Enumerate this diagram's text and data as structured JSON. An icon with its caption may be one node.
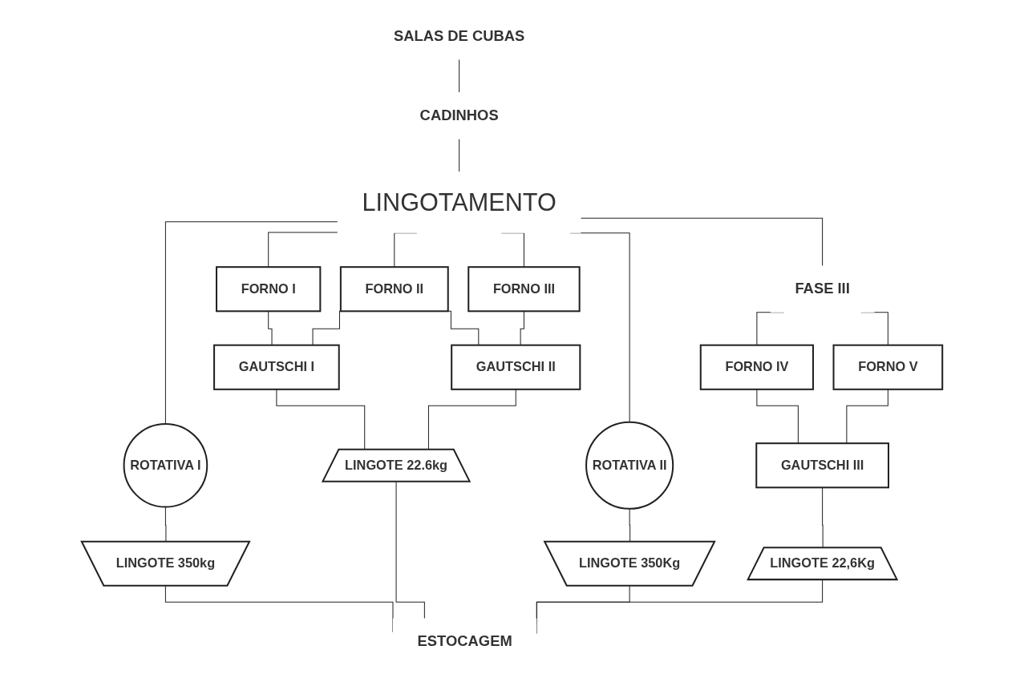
{
  "diagram": {
    "nodes": [
      {
        "text": [
          "SALAS DE CUBAS"
        ]
      },
      {
        "text": [
          "CADINHOS"
        ]
      },
      {
        "text": [
          "LINGOTAMENTO"
        ]
      },
      {
        "text": [
          "FASE III"
        ]
      },
      {
        "text": [
          "ROTATIVA I"
        ]
      },
      {
        "text": [
          "FORNO I"
        ]
      },
      {
        "text": [
          "FORNO II"
        ]
      },
      {
        "text": [
          "FORNO III"
        ]
      },
      {
        "text": [
          "ROTATIVA II"
        ]
      },
      {
        "text": [
          "FORNO IV"
        ]
      },
      {
        "text": [
          "FORNO V"
        ]
      },
      {
        "text": [
          "GAUTSCHI III"
        ]
      },
      {
        "text": [
          "LINGOTE 350kg"
        ]
      },
      {
        "text": [
          "GAUTSCHI I"
        ]
      },
      {
        "text": [
          "GAUTSCHI II"
        ]
      },
      {
        "text": [
          "LINGOTE 350Kg"
        ]
      },
      {
        "text": [
          "LINGOTE 22,6Kg"
        ]
      },
      {
        "text": [
          "LINGOTE 22.6kg"
        ]
      },
      {
        "text": [
          "ESTOCAGEM"
        ]
      }
    ],
    "edges": [
      {
        "from": 0,
        "to": 1,
        "arrow": "none"
      },
      {
        "from": 1,
        "to": 2,
        "arrow": "none"
      },
      {
        "from": 2,
        "to": 4,
        "arrow": "none"
      },
      {
        "from": 2,
        "to": 5,
        "arrow": "none"
      },
      {
        "from": 2,
        "to": 6,
        "arrow": "none"
      },
      {
        "from": 2,
        "to": 7,
        "arrow": "none"
      },
      {
        "from": 2,
        "to": 8,
        "arrow": "none"
      },
      {
        "from": 2,
        "to": 3,
        "arrow": "none"
      },
      {
        "from": 3,
        "to": 9,
        "arrow": "none"
      },
      {
        "from": 3,
        "to": 10,
        "arrow": "none"
      },
      {
        "from": 4,
        "to": 12,
        "arrow": "none"
      },
      {
        "from": 5,
        "to": 13,
        "arrow": "none"
      },
      {
        "from": 6,
        "to": 13,
        "arrow": "none"
      },
      {
        "from": 6,
        "to": 14,
        "arrow": "none"
      },
      {
        "from": 7,
        "to": 14,
        "arrow": "none"
      },
      {
        "from": 8,
        "to": 15,
        "arrow": "none"
      },
      {
        "from": 9,
        "to": 11,
        "arrow": "none"
      },
      {
        "from": 10,
        "to": 11,
        "arrow": "none"
      },
      {
        "from": 11,
        "to": 16,
        "arrow": "none"
      },
      {
        "from": 13,
        "to": 17,
        "arrow": "none"
      },
      {
        "from": 14,
        "to": 17,
        "arrow": "none"
      },
      {
        "from": 12,
        "to": 18,
        "arrow": "none"
      },
      {
        "from": 17,
        "to": 18,
        "arrow": "none"
      },
      {
        "from": 15,
        "to": 18,
        "arrow": "none"
      },
      {
        "from": 16,
        "to": 18,
        "arrow": "none"
      }
    ]
  }
}
